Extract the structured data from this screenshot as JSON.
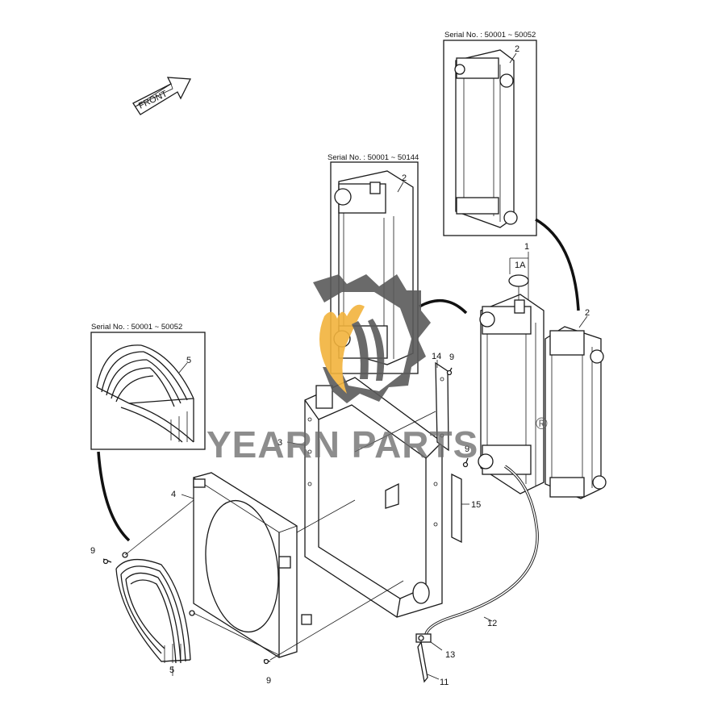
{
  "front_label": "FRONT",
  "serials": {
    "top_right": "Serial No. : 50001 ~ 50052",
    "middle": "Serial No. : 50001 ~ 50144",
    "left": "Serial No. : 50001 ~ 50052"
  },
  "part_labels": {
    "p1": "1",
    "p1a": "1A",
    "p2_top": "2",
    "p2_mid": "2",
    "p2_right": "2",
    "p3": "3",
    "p4": "4",
    "p5_inset": "5",
    "p5_bottom": "5",
    "p9_top": "9",
    "p9_right": "9",
    "p9_left": "9",
    "p9_bottom": "9",
    "p11": "11",
    "p12": "12",
    "p13": "13",
    "p14": "14",
    "p15": "15"
  },
  "watermark": {
    "text": "YEARN PARTS",
    "registered": "®",
    "gear_color": "#5a5a5a",
    "flame_color": "#f2b33d"
  }
}
